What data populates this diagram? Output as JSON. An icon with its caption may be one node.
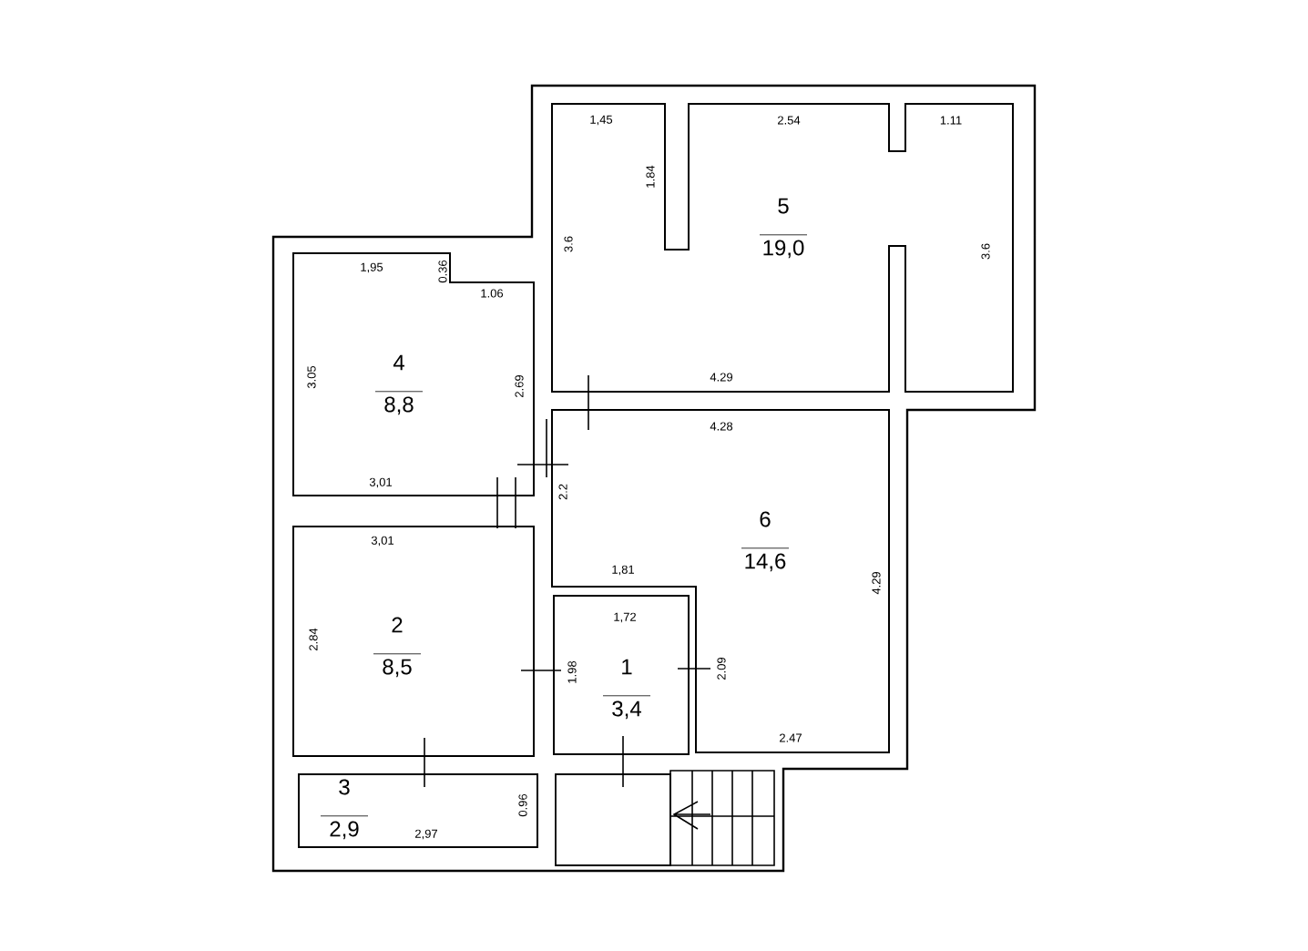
{
  "diagram": {
    "nodes": [
      {
        "text": [
          "5",
          "19,0"
        ]
      },
      {
        "text": [
          "4",
          "8,8"
        ]
      },
      {
        "text": [
          "6",
          "14,6"
        ]
      },
      {
        "text": [
          "2",
          "8,5"
        ]
      },
      {
        "text": [
          "1",
          "3,4"
        ]
      },
      {
        "text": [
          "3",
          "2,9"
        ]
      }
    ],
    "edges": [],
    "labels": [
      "1,45",
      "2.54",
      "1.11",
      "1.84",
      "3.6",
      "3.6",
      "1,95",
      "0.36",
      "1.06",
      "3.05",
      "2.69",
      "4.29",
      "4.28",
      "3,01",
      "2.2",
      "3,01",
      "1,81",
      "1,72",
      "2.84",
      "1.98",
      "2.09",
      "4.29",
      "2.47",
      "0.96",
      "2,97"
    ]
  }
}
